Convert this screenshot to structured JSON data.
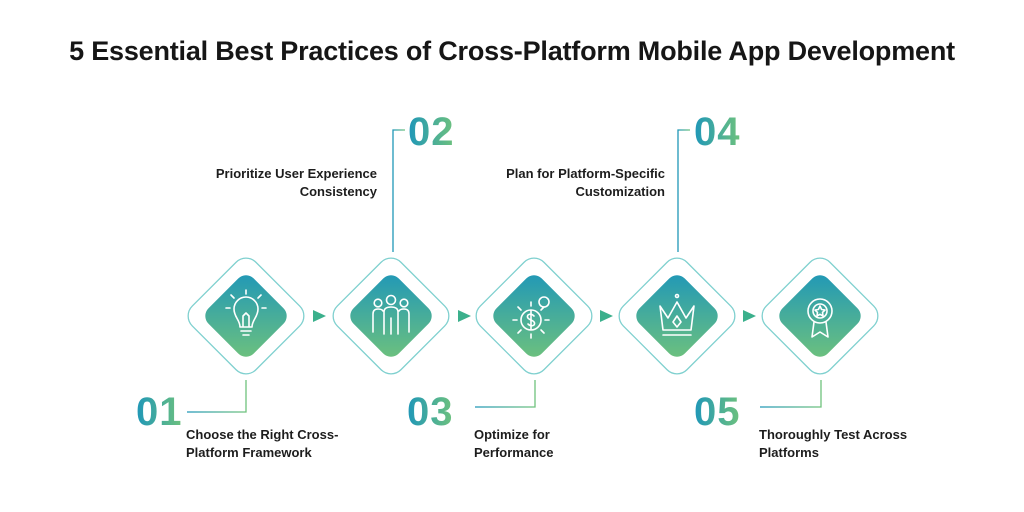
{
  "title": "5 Essential Best Practices of Cross-Platform Mobile App Development",
  "steps": [
    {
      "number": "01",
      "line1": "Choose the Right Cross-",
      "line2": "Platform Framework",
      "icon": "lightbulb-icon"
    },
    {
      "number": "02",
      "line1": "Prioritize User Experience",
      "line2": "Consistency",
      "icon": "users-group-icon"
    },
    {
      "number": "03",
      "line1": "Optimize for",
      "line2": "Performance",
      "icon": "gear-dollar-icon"
    },
    {
      "number": "04",
      "line1": "Plan for Platform-Specific",
      "line2": "Customization",
      "icon": "crown-icon"
    },
    {
      "number": "05",
      "line1": "Thoroughly Test Across",
      "line2": "Platforms",
      "icon": "award-badge-icon"
    }
  ],
  "colors": {
    "teal": "#1f97b8",
    "green": "#6fc27c",
    "outline": "#7fd0cf"
  }
}
